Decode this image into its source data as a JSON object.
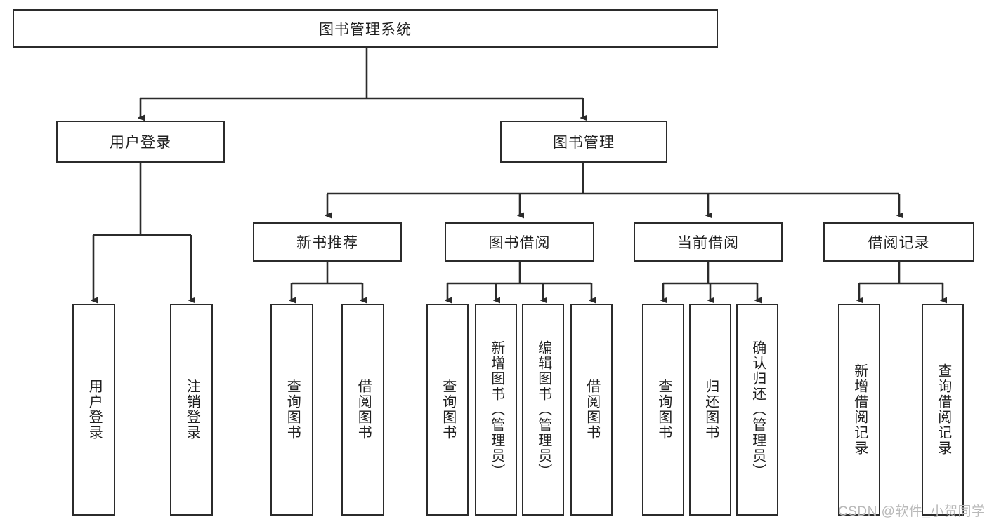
{
  "diagram": {
    "type": "tree-hierarchy",
    "title": "图书管理系统",
    "watermark": "CSDN @软件_小贺同学",
    "colors": {
      "stroke": "#2b2b2b",
      "fill": "#ffffff",
      "text": "#1f1f1f",
      "watermark": "#b9b9b9",
      "background": "#ffffff"
    },
    "root": {
      "label": "图书管理系统"
    },
    "level2": [
      {
        "id": "user-login",
        "label": "用户登录"
      },
      {
        "id": "book-manage",
        "label": "图书管理"
      }
    ],
    "level3": [
      {
        "id": "new-book-recommend",
        "label": "新书推荐"
      },
      {
        "id": "book-borrow",
        "label": "图书借阅"
      },
      {
        "id": "current-borrow",
        "label": "当前借阅"
      },
      {
        "id": "borrow-record",
        "label": "借阅记录"
      }
    ],
    "leaves": {
      "user_login": [
        {
          "id": "leaf-user-login",
          "label": "用户登录"
        },
        {
          "id": "leaf-logout-login",
          "label": "注销登录"
        }
      ],
      "new_book_recommend": [
        {
          "id": "leaf-query-book-1",
          "label": "查询图书"
        },
        {
          "id": "leaf-borrow-book-1",
          "label": "借阅图书"
        }
      ],
      "book_borrow": [
        {
          "id": "leaf-query-book-2",
          "label": "查询图书"
        },
        {
          "id": "leaf-add-book",
          "label": "新增图书（管理员）"
        },
        {
          "id": "leaf-edit-book",
          "label": "编辑图书（管理员）"
        },
        {
          "id": "leaf-borrow-book-2",
          "label": "借阅图书"
        }
      ],
      "current_borrow": [
        {
          "id": "leaf-query-book-3",
          "label": "查询图书"
        },
        {
          "id": "leaf-return-book",
          "label": "归还图书"
        },
        {
          "id": "leaf-confirm-return",
          "label": "确认归还（管理员）"
        }
      ],
      "borrow_record": [
        {
          "id": "leaf-add-borrow-record",
          "label": "新增借阅记录"
        },
        {
          "id": "leaf-query-borrow-record",
          "label": "查询借阅记录"
        }
      ]
    }
  }
}
